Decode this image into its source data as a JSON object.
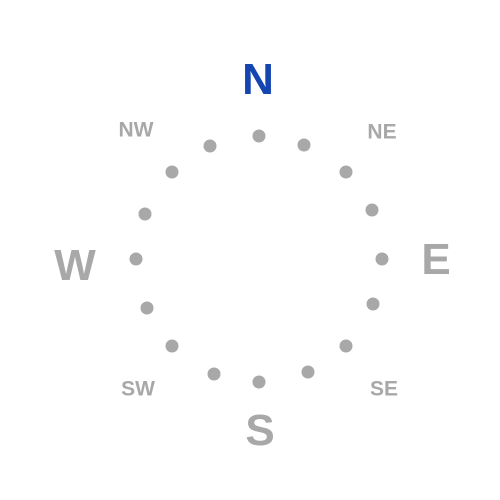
{
  "compass": {
    "selected": "N",
    "colors": {
      "active": "#1545b0",
      "inactive": "#a8a8a8",
      "dot": "#a8a8a8",
      "background": "#ffffff"
    },
    "directions": {
      "n": "N",
      "e": "E",
      "s": "S",
      "w": "W",
      "ne": "NE",
      "se": "SE",
      "sw": "SW",
      "nw": "NW"
    },
    "tick_count": 16
  }
}
